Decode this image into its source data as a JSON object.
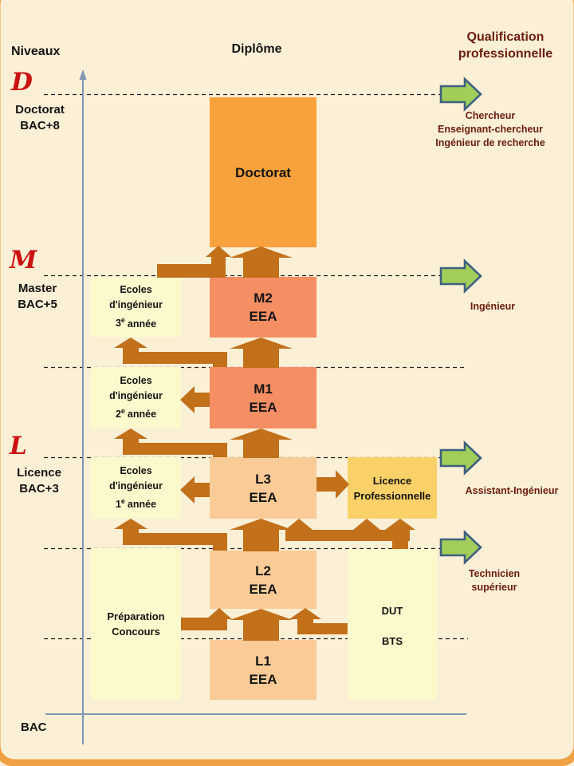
{
  "header": {
    "niveaux": "Niveaux",
    "diplome": "Diplôme",
    "qualification_line1": "Qualification",
    "qualification_line2": "professionnelle"
  },
  "levels": [
    {
      "letter": "D",
      "name": "Doctorat",
      "bac": "BAC+8"
    },
    {
      "letter": "M",
      "name": "Master",
      "bac": "BAC+5"
    },
    {
      "letter": "L",
      "name": "Licence",
      "bac": "BAC+3"
    }
  ],
  "axis": {
    "bac_label": "BAC"
  },
  "boxes": {
    "doctorat": "Doctorat",
    "degrees": [
      {
        "code": "M2",
        "field": "EEA"
      },
      {
        "code": "M1",
        "field": "EEA"
      },
      {
        "code": "L3",
        "field": "EEA"
      },
      {
        "code": "L2",
        "field": "EEA"
      },
      {
        "code": "L1",
        "field": "EEA"
      }
    ],
    "ecoles": [
      {
        "line1": "Ecoles",
        "line2": "d'ingénieur",
        "year": "3",
        "sup": "e",
        "tail": "année"
      },
      {
        "line1": "Ecoles",
        "line2": "d'ingénieur",
        "year": "2",
        "sup": "e",
        "tail": "année"
      },
      {
        "line1": "Ecoles",
        "line2": "d'ingénieur",
        "year": "1",
        "sup": "e",
        "tail": "année"
      }
    ],
    "licence_pro": {
      "line1": "Licence",
      "line2": "Professionnelle"
    },
    "prepa": {
      "line1": "Préparation",
      "line2": "Concours"
    },
    "dut_bts": {
      "dut": "DUT",
      "bts": "BTS"
    }
  },
  "qualifications": [
    {
      "lines": [
        "Chercheur",
        "Enseignant-chercheur",
        "Ingénieur de recherche"
      ]
    },
    {
      "lines": [
        "Ingénieur"
      ]
    },
    {
      "lines": [
        "Assistant-Ingénieur"
      ]
    },
    {
      "lines": [
        "Technicien",
        "supérieur"
      ]
    }
  ],
  "colors": {
    "bg": "#FBEFD6",
    "frame": "#F0A143",
    "doctorat": "#F9A13C",
    "master": "#F68E63",
    "licence": "#FACB96",
    "pale": "#FCF9CD",
    "gold": "#FAD169",
    "arrow": "#C2701A",
    "green": "#A2CD5A",
    "greenborder": "#3F617F",
    "axis": "#8195B4",
    "script": "#CC1111",
    "maroon": "#6B1D10",
    "text": "#141414"
  }
}
